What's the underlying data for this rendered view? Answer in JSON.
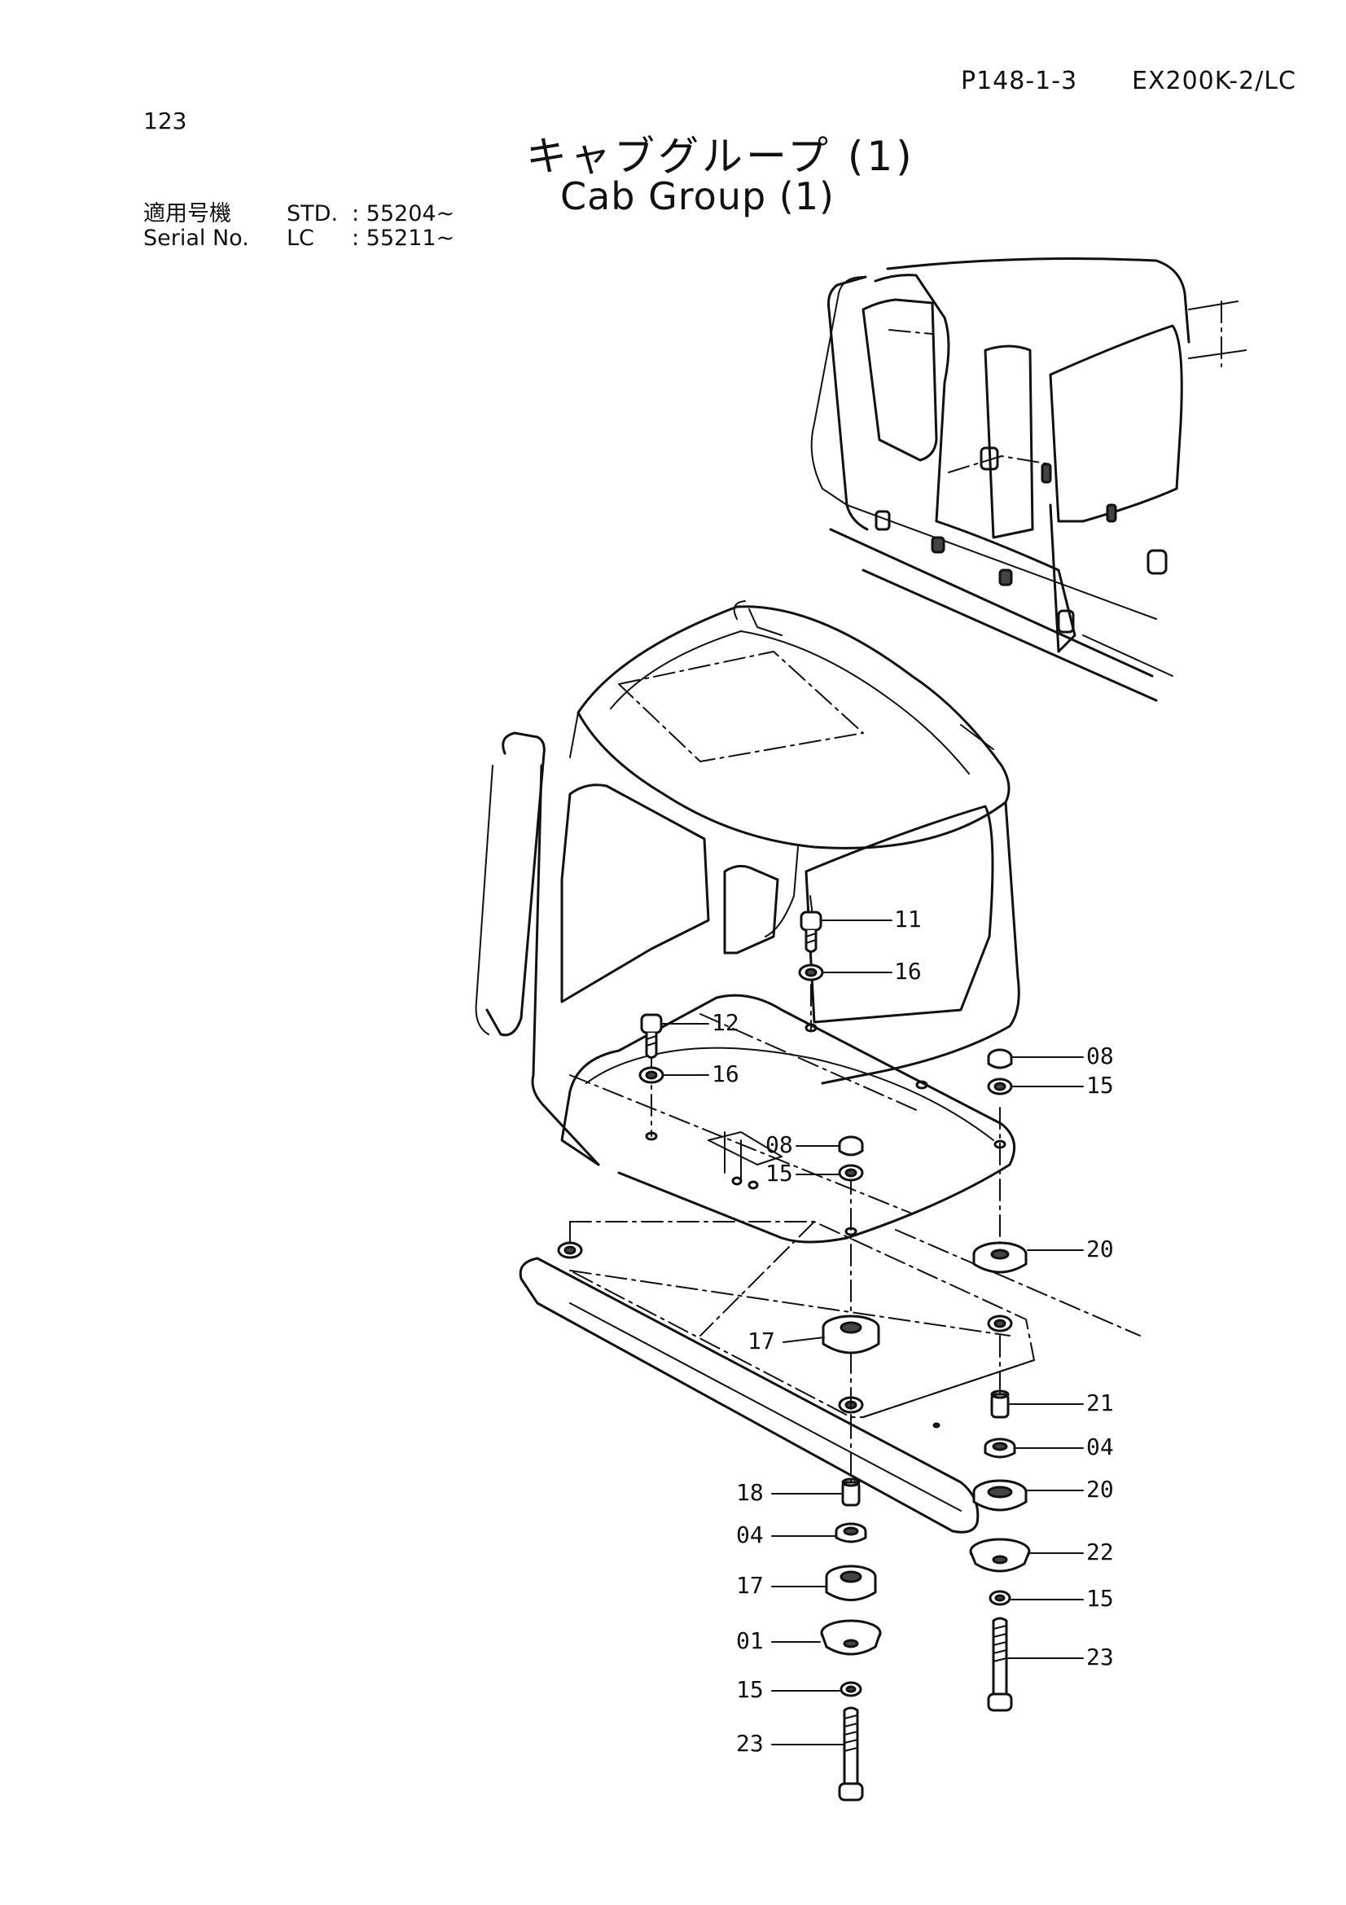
{
  "header": {
    "page_code": "P148-1-3",
    "model": "EX200K-2/LC",
    "page_number": "123"
  },
  "title": {
    "japanese": "キャブグループ (1)",
    "english": "Cab Group (1)"
  },
  "serial": {
    "label_jp": "適用号機",
    "label_en": "Serial No.",
    "rows": [
      {
        "variant": "STD.",
        "range": ": 55204~"
      },
      {
        "variant": "LC",
        "range": ": 55211~"
      }
    ]
  },
  "callouts": [
    {
      "id": "c11a",
      "text": "11"
    },
    {
      "id": "c16a",
      "text": "16"
    },
    {
      "id": "c12",
      "text": "12"
    },
    {
      "id": "c16b",
      "text": "16"
    },
    {
      "id": "c08a",
      "text": "08"
    },
    {
      "id": "c15a",
      "text": "15"
    },
    {
      "id": "c08b",
      "text": "08"
    },
    {
      "id": "c15b",
      "text": "15"
    },
    {
      "id": "c20a",
      "text": "20"
    },
    {
      "id": "c17a",
      "text": "17"
    },
    {
      "id": "c21",
      "text": "21"
    },
    {
      "id": "c04a",
      "text": "04"
    },
    {
      "id": "c20b",
      "text": "20"
    },
    {
      "id": "c18",
      "text": "18"
    },
    {
      "id": "c04b",
      "text": "04"
    },
    {
      "id": "c22",
      "text": "22"
    },
    {
      "id": "c17b",
      "text": "17"
    },
    {
      "id": "c15c",
      "text": "15"
    },
    {
      "id": "c01",
      "text": "01"
    },
    {
      "id": "c23a",
      "text": "23"
    },
    {
      "id": "c15d",
      "text": "15"
    },
    {
      "id": "c23b",
      "text": "23"
    }
  ]
}
